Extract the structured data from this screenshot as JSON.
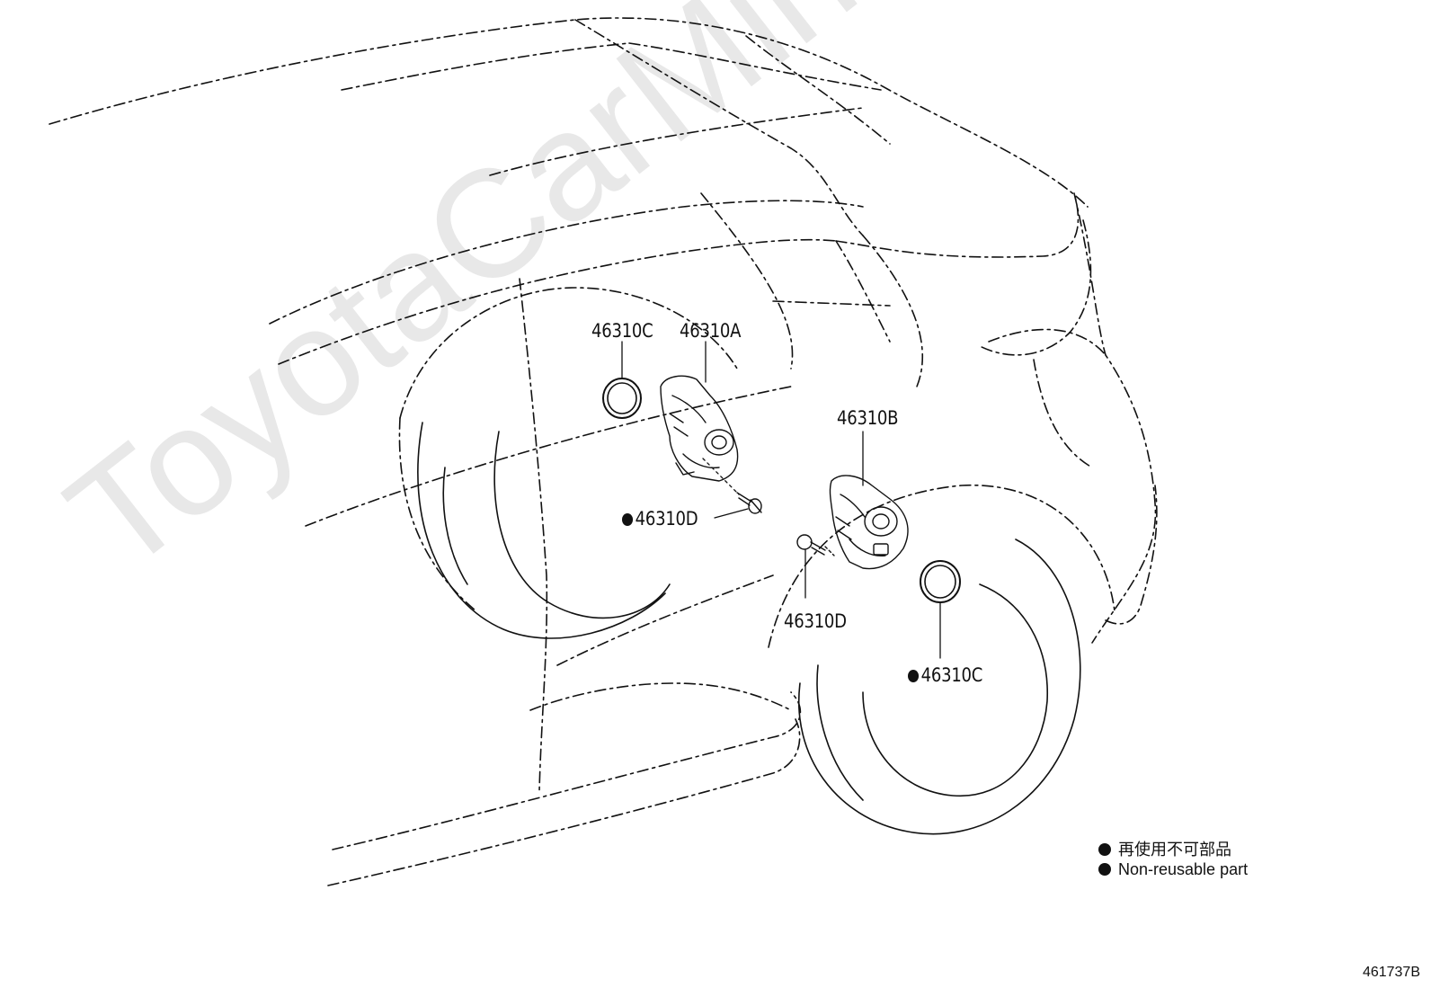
{
  "callouts": {
    "c_top": "46310C",
    "a": "46310A",
    "b": "46310B",
    "d_left": "46310D",
    "d_bottom": "46310D",
    "c_bottom": "46310C"
  },
  "legend": {
    "ja": "再使用不可部品",
    "en": "Non-reusable part"
  },
  "figure_id": "461737B",
  "watermark": "ToyotaCarMine.ru"
}
